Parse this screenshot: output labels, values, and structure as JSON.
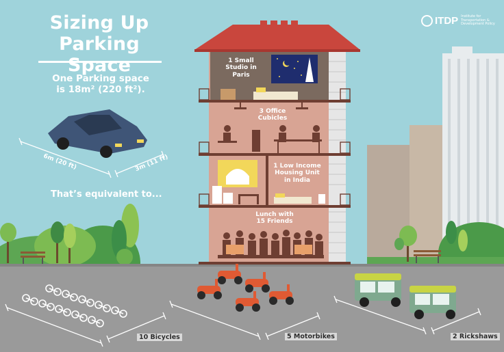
{
  "header": {
    "title_line1": "Sizing Up",
    "title_line2": "Parking Space",
    "subtitle_line1": "One Parking space",
    "subtitle_line2": "is 18m² (220 ft²).",
    "equivalent": "That’s equivalent to..."
  },
  "logo": {
    "name": "ITDP",
    "tagline": "Institute for Transportation & Development Policy"
  },
  "car": {
    "length_label": "6m (20 ft)",
    "width_label": "3m (11 ft)"
  },
  "building": {
    "floor1_line1": "1 Small",
    "floor1_line2": "Studio in",
    "floor1_line3": "Paris",
    "floor2_line1": "3 Office",
    "floor2_line2": "Cubicles",
    "floor3_line1": "1 Low Income",
    "floor3_line2": "Housing Unit",
    "floor3_line3": "in India",
    "floor4_line1": "Lunch with",
    "floor4_line2": "15 Friends"
  },
  "ground": {
    "bicycles": "10 Bicycles",
    "motorbikes": "5 Motorbikes",
    "rickshaws": "2 Rickshaws"
  },
  "colors": {
    "sky": "#9fd3db",
    "roof": "#c9463d",
    "building": "#d8a494",
    "road": "#9a9a9a",
    "car": "#3f5577",
    "motorbike": "#e05a33",
    "rickshaw": "#c8d444"
  }
}
